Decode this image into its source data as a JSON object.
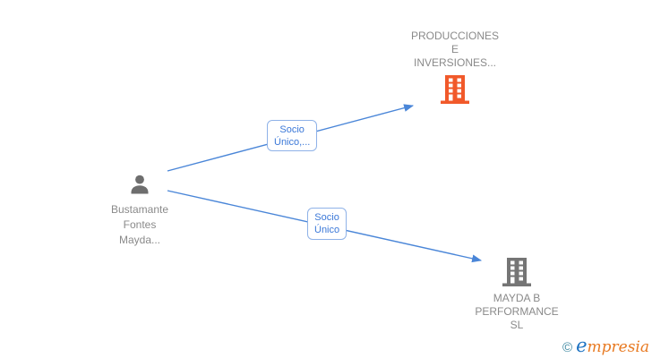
{
  "diagram": {
    "person": {
      "label_lines": [
        "Bustamante",
        "Fontes",
        "Mayda..."
      ]
    },
    "company_top": {
      "label_lines": [
        "PRODUCCIONES",
        "E",
        "INVERSIONES..."
      ]
    },
    "company_bottom": {
      "label_lines": [
        "MAYDA B",
        "PERFORMANCE",
        "SL"
      ]
    },
    "edges": [
      {
        "from": "person",
        "to": "company_top",
        "label_lines": [
          "Socio",
          "Único,..."
        ]
      },
      {
        "from": "person",
        "to": "company_bottom",
        "label_lines": [
          "Socio",
          "Único"
        ]
      }
    ]
  },
  "colors": {
    "edge": "#4a86d8",
    "edge_label_text": "#3b78d8",
    "edge_label_border": "#8fb2e8",
    "node_label_text": "#8a8a8a",
    "person_icon": "#6e6e6e",
    "company_top_icon": "#f1592a",
    "company_bottom_icon": "#757575",
    "watermark_copyright": "#3a86a0",
    "watermark_e": "#1d72c2",
    "watermark_rest": "#e87a22"
  },
  "watermark": {
    "copyright": "©",
    "brand_first_letter": "e",
    "brand_rest": "mpresia"
  }
}
